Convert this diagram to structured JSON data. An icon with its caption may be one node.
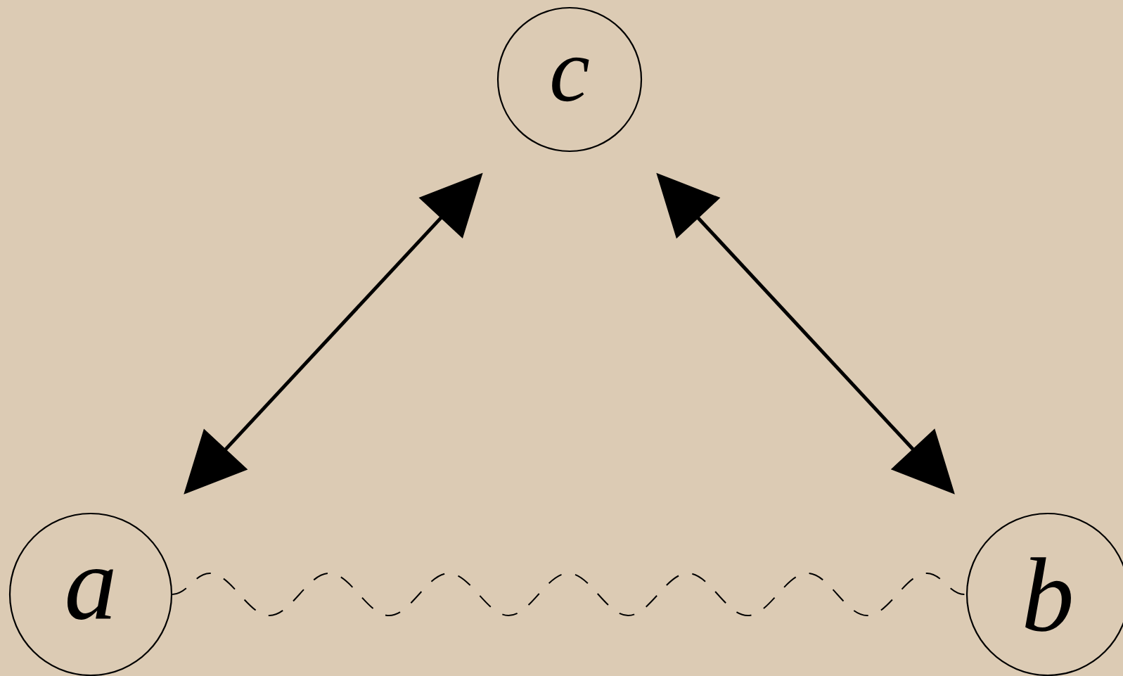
{
  "diagram": {
    "nodes": [
      {
        "text": [
          "a"
        ]
      },
      {
        "text": [
          "b"
        ]
      },
      {
        "text": [
          "c"
        ]
      }
    ],
    "edges": [
      {
        "from": 0,
        "to": 2,
        "arrow": "both"
      },
      {
        "from": 2,
        "to": 1,
        "arrow": "both"
      },
      {
        "from": 0,
        "to": 1,
        "arrow": "none",
        "style": "dashed"
      }
    ]
  }
}
